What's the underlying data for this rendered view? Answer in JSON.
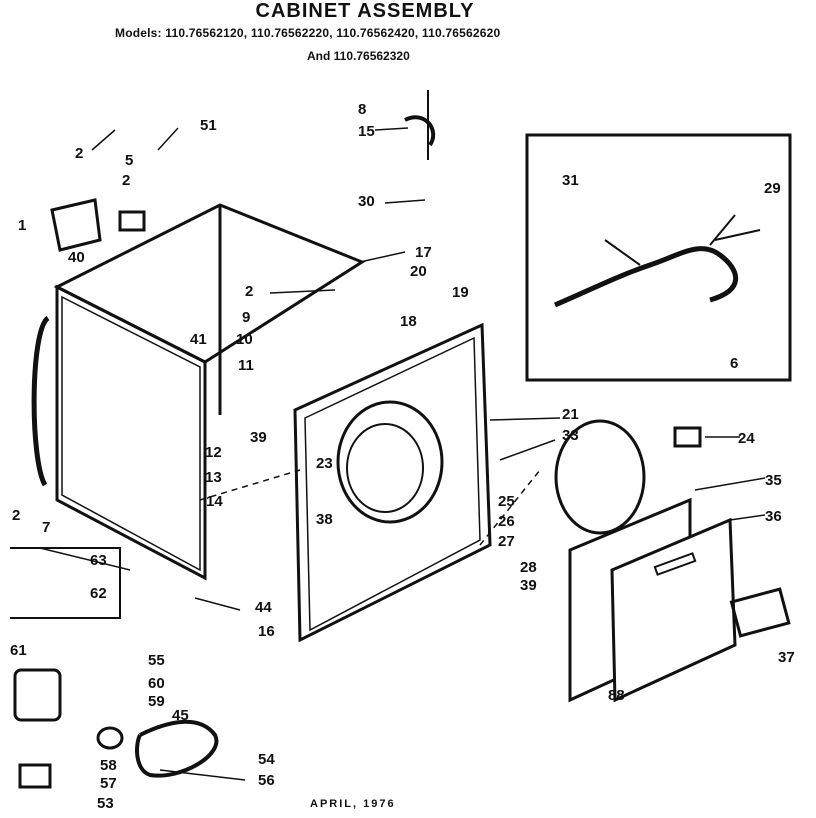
{
  "title": "CABINET ASSEMBLY",
  "models_line1": "Models: 110.76562120, 110.76562220, 110.76562420, 110.76562620",
  "models_line2": "And 110.76562320",
  "footer": "APRIL, 1976",
  "callouts": [
    "1",
    "2",
    "5",
    "40",
    "2",
    "51",
    "8",
    "15",
    "30",
    "17",
    "20",
    "19",
    "18",
    "2",
    "9",
    "10",
    "11",
    "41",
    "12",
    "39",
    "13",
    "14",
    "2",
    "7",
    "23",
    "38",
    "21",
    "33",
    "25",
    "26",
    "27",
    "28",
    "39",
    "44",
    "16",
    "31",
    "29",
    "6",
    "24",
    "35",
    "36",
    "37",
    "88",
    "63",
    "62",
    "61",
    "55",
    "60",
    "59",
    "45",
    "58",
    "57",
    "53",
    "54",
    "56"
  ]
}
